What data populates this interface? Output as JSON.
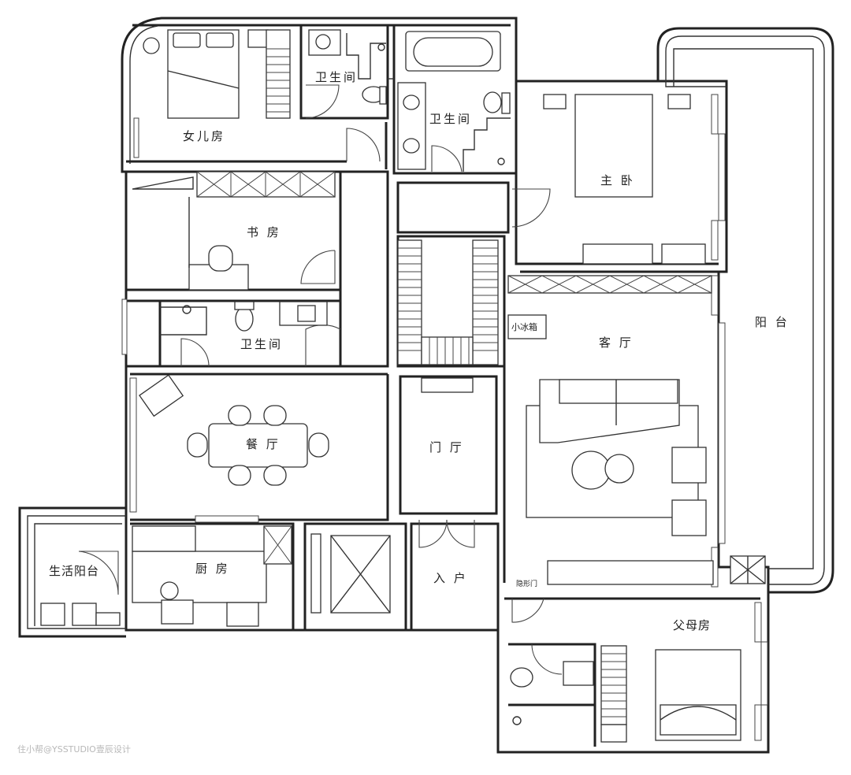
{
  "rooms": {
    "daughter_room": "女儿房",
    "bathroom_top_left": "卫生间",
    "bathroom_top_mid": "卫生间",
    "master_bedroom": "主 卧",
    "study": "书 房",
    "bathroom_mid": "卫生间",
    "mini_fridge": "小冰箱",
    "living_room": "客 厅",
    "balcony": "阳 台",
    "dining_room": "餐 厅",
    "foyer": "门 厅",
    "utility_balcony": "生活阳台",
    "kitchen": "厨 房",
    "entrance": "入 户",
    "hidden_door": "隐形门",
    "parents_room": "父母房"
  },
  "watermark": "住小帮@YSSTUDIO壹辰设计"
}
